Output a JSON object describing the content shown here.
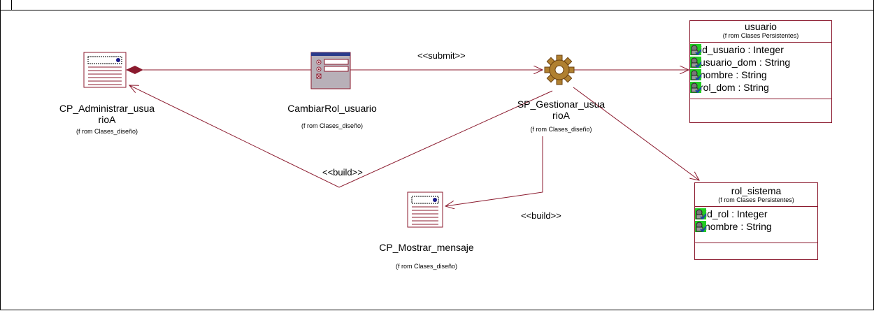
{
  "classes": {
    "admin": {
      "name_line1": "CP_Administrar_usua",
      "name_line2": "rioA",
      "from": "(f rom Clases_diseño)"
    },
    "cambiar": {
      "name": "CambiarRol_usuario",
      "from": "(f rom Clases_diseño)"
    },
    "gestionar": {
      "name_line1": "SP_Gestionar_usua",
      "name_line2": "rioA",
      "from": "(f rom Clases_diseño)"
    },
    "mostrar": {
      "name": "CP_Mostrar_mensaje",
      "from": "(f rom Clases_diseño)"
    },
    "usuario": {
      "name": "usuario",
      "from": "(f rom Clases Persistentes)",
      "attributes": [
        "id_usuario : Integer",
        "usuario_dom : String",
        "nombre : String",
        "rol_dom : String"
      ]
    },
    "rol_sistema": {
      "name": "rol_sistema",
      "from": "(f rom Clases Persistentes)",
      "attributes": [
        "id_rol : Integer",
        "nombre : String"
      ]
    }
  },
  "stereotypes": {
    "submit": "<<submit>>",
    "build1": "<<build>>",
    "build2": "<<build>>"
  },
  "colors": {
    "line": "#8b1a2e",
    "icon_green": "#22cc22"
  }
}
